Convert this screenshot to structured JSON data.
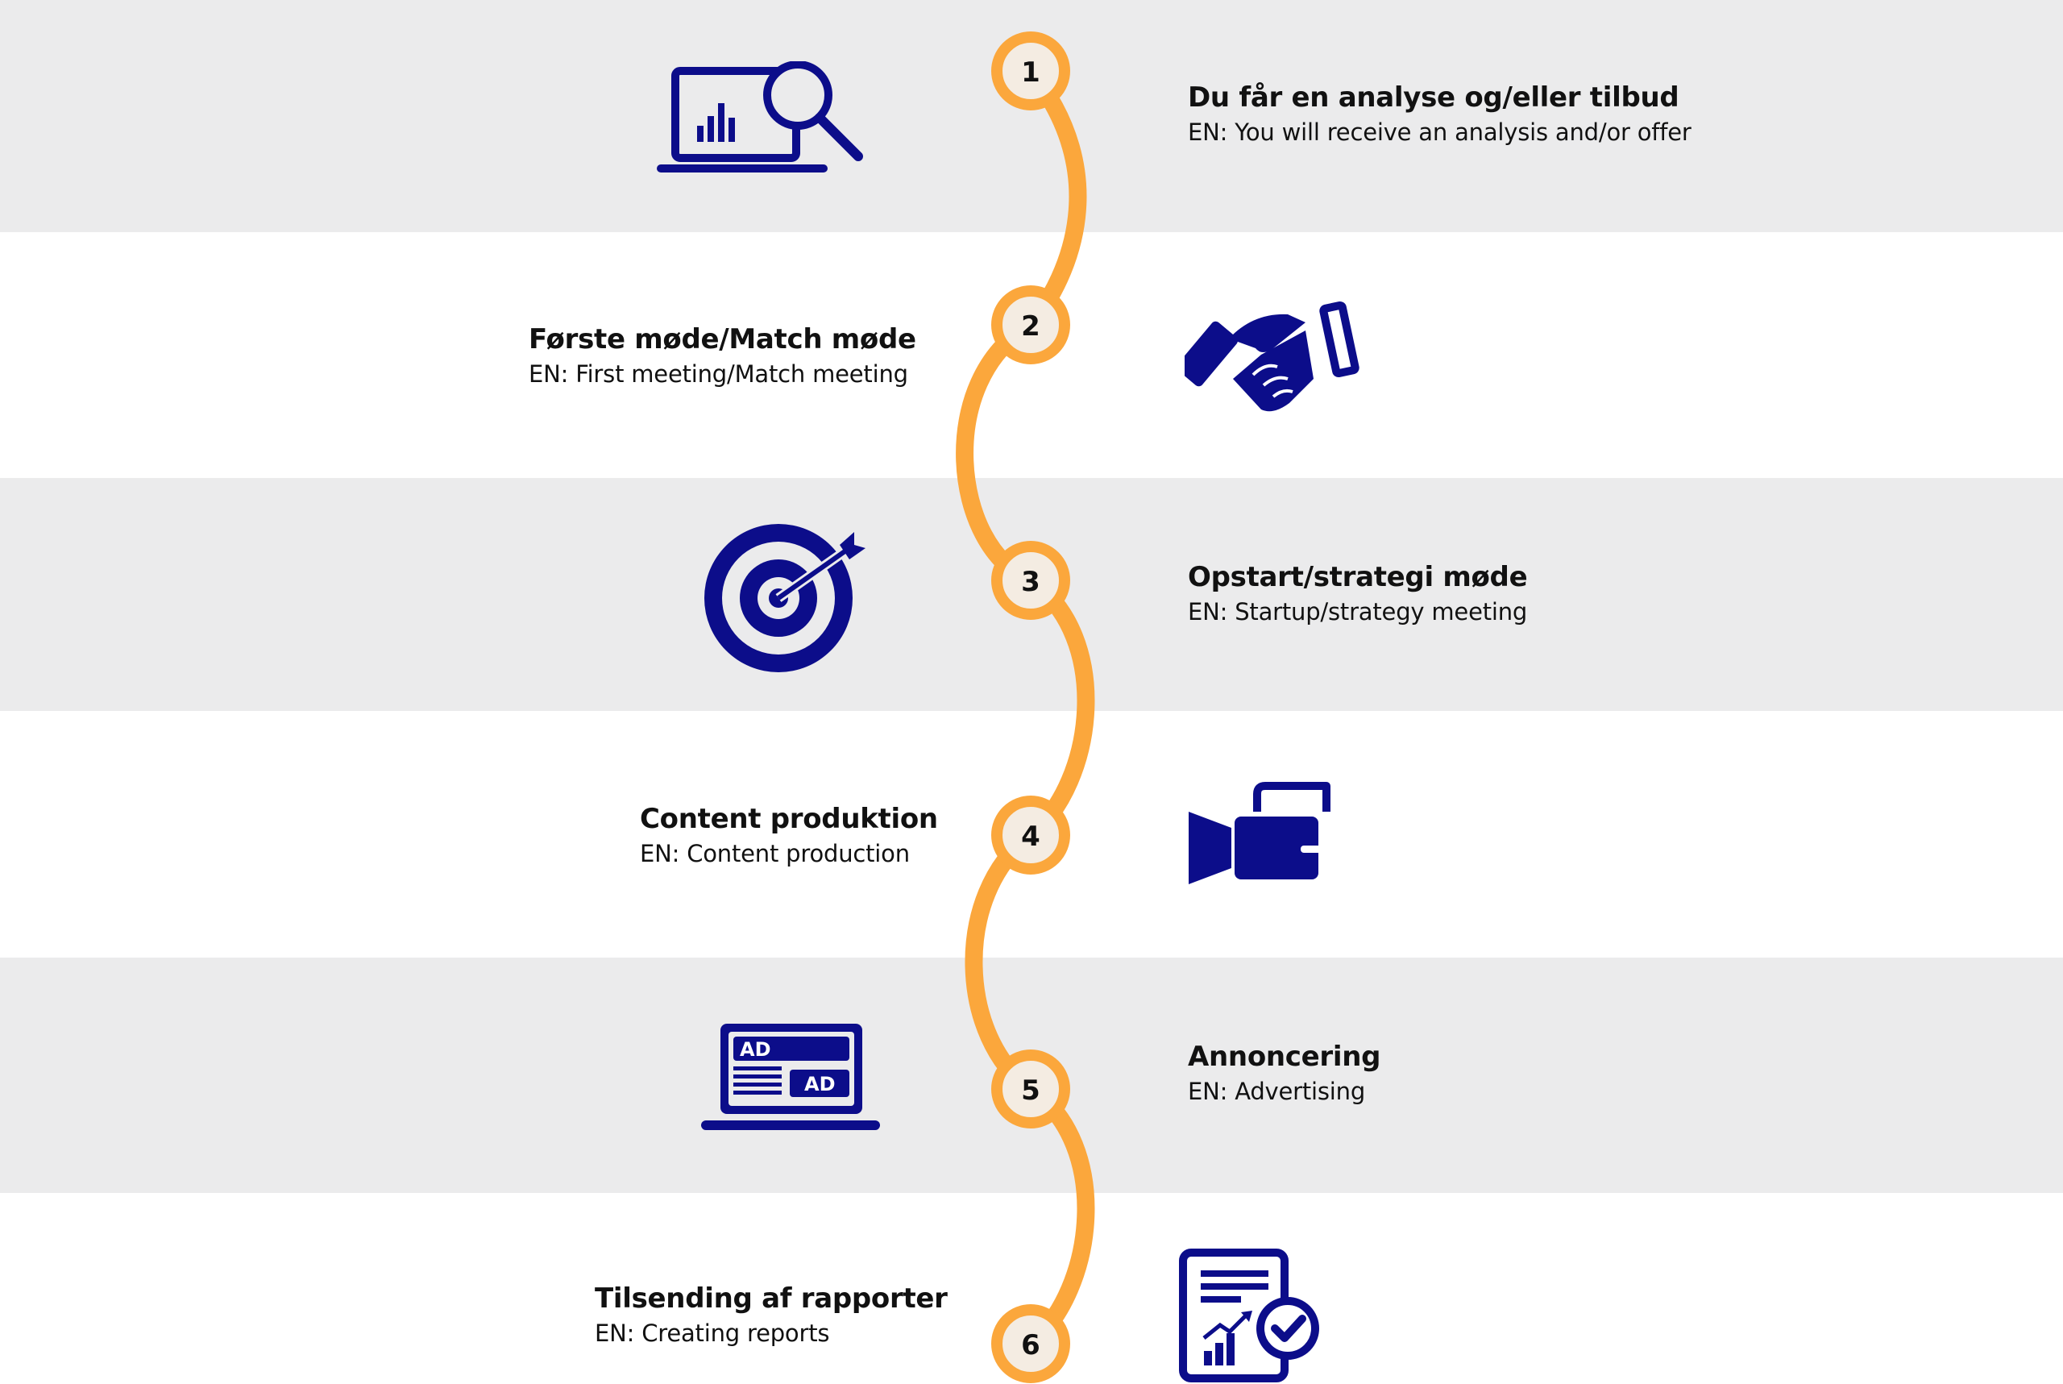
{
  "colors": {
    "band_gray": "#ebebec",
    "band_white": "#ffffff",
    "path_orange": "#fba73c",
    "node_fill": "#f4ece2",
    "icon_navy": "#0c0d8a",
    "text": "#111111"
  },
  "steps": [
    {
      "number": "1",
      "title": "Du får en analyse og/eller tilbud",
      "subtitle": "EN: You will receive an analysis and/or offer",
      "icon": "laptop-analytics-search-icon"
    },
    {
      "number": "2",
      "title": "Første møde/Match møde",
      "subtitle": "EN: First meeting/Match meeting",
      "icon": "handshake-icon"
    },
    {
      "number": "3",
      "title": "Opstart/strategi møde",
      "subtitle": "EN: Startup/strategy meeting",
      "icon": "target-arrow-icon"
    },
    {
      "number": "4",
      "title": "Content produktion",
      "subtitle": "EN: Content production",
      "icon": "video-camera-icon"
    },
    {
      "number": "5",
      "title": "Annoncering",
      "subtitle": "EN: Advertising",
      "icon": "laptop-ad-icon"
    },
    {
      "number": "6",
      "title": "Tilsending af rapporter",
      "subtitle": "EN: Creating reports",
      "icon": "report-check-icon"
    }
  ],
  "ad_labels": [
    "AD",
    "AD"
  ]
}
